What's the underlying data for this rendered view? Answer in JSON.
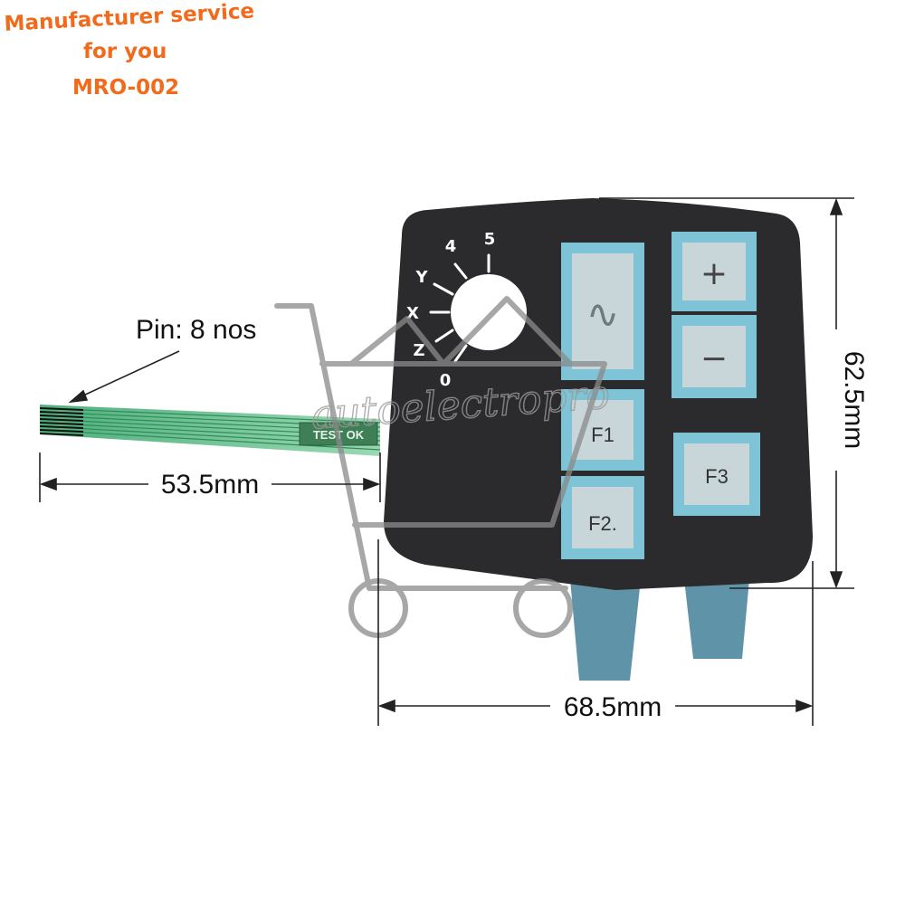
{
  "banner": {
    "line1": "Manufacturer service",
    "line2": "for you",
    "line3": "MRO-002"
  },
  "watermark": "autoelectropro",
  "keypad": {
    "dial_labels": [
      "5",
      "4",
      "Y",
      "X",
      "Z",
      "0"
    ],
    "keys": {
      "wave": "∿",
      "plus": "+",
      "minus": "−",
      "f1": "F1",
      "f2": "F2.",
      "f3": "F3"
    },
    "test_label": "TEST OK"
  },
  "annotations": {
    "pin": "Pin: 8 nos",
    "cable_length": "53.5mm",
    "width": "68.5mm",
    "height": "62.5mm"
  },
  "colors": {
    "panel": "#2b2b2e",
    "key_border": "#7ec3d6",
    "key_face": "#c9d6d9",
    "cable": "#5fbf8a",
    "tab": "#5f93a8",
    "banner": "#f26a1b"
  }
}
